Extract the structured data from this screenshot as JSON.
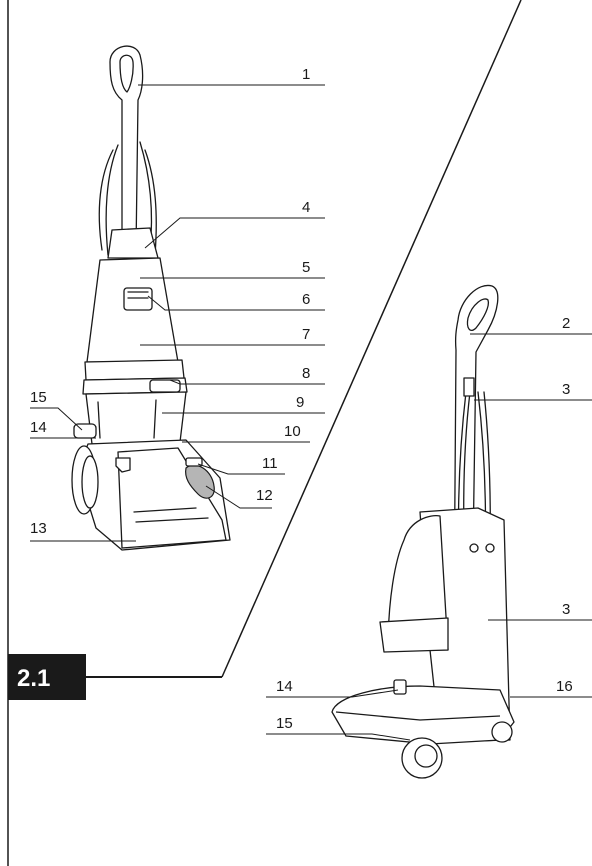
{
  "figure": {
    "badge": "2.1",
    "colors": {
      "ink": "#1a1a1a",
      "badge_bg": "#1a1a1a",
      "badge_text": "#ffffff",
      "filter_shade": "#b5b5b5"
    },
    "front_view_callouts": [
      "1",
      "4",
      "5",
      "6",
      "7",
      "8",
      "9",
      "10",
      "11",
      "12",
      "13",
      "15",
      "14"
    ],
    "side_view_callouts": [
      "2",
      "3",
      "3",
      "14",
      "16",
      "15"
    ]
  }
}
